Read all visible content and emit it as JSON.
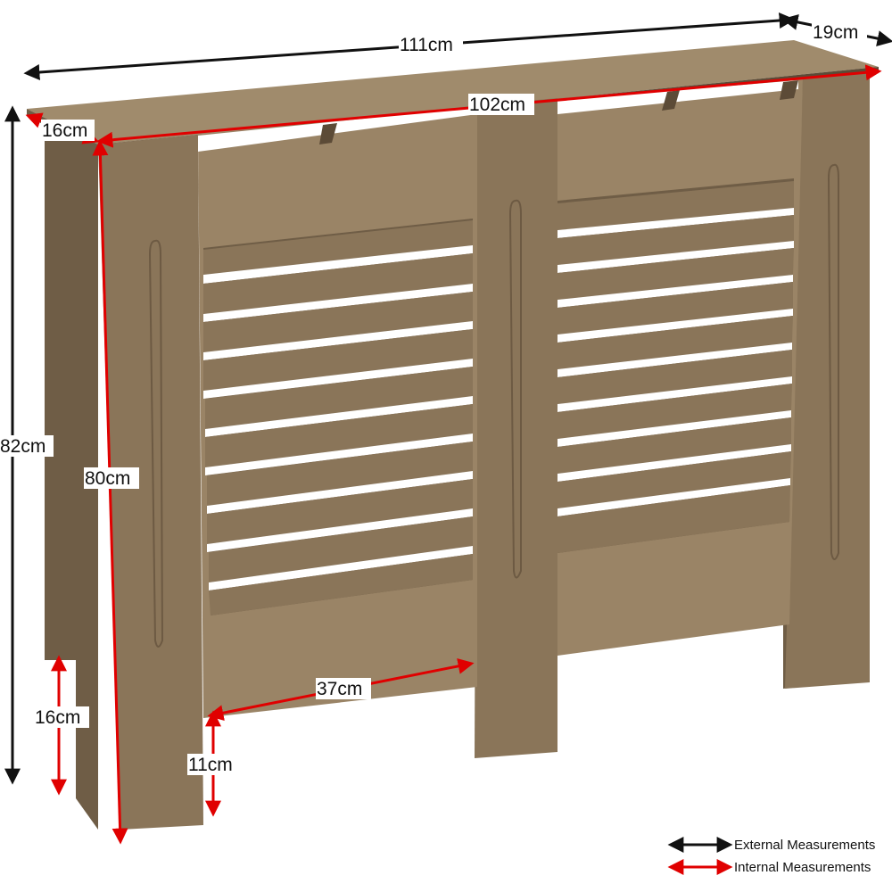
{
  "dimensions": {
    "overall_width": "111cm",
    "depth": "19cm",
    "internal_width": "102cm",
    "side_depth": "16cm",
    "overall_height": "82cm",
    "internal_height": "80cm",
    "skirting_height": "16cm",
    "opening_height": "11cm",
    "opening_width": "37cm"
  },
  "legend": {
    "external": "External Measurements",
    "internal": "Internal Measurements"
  },
  "colors": {
    "external": "#111111",
    "internal": "#e00000",
    "mdf": "#8a7559"
  }
}
